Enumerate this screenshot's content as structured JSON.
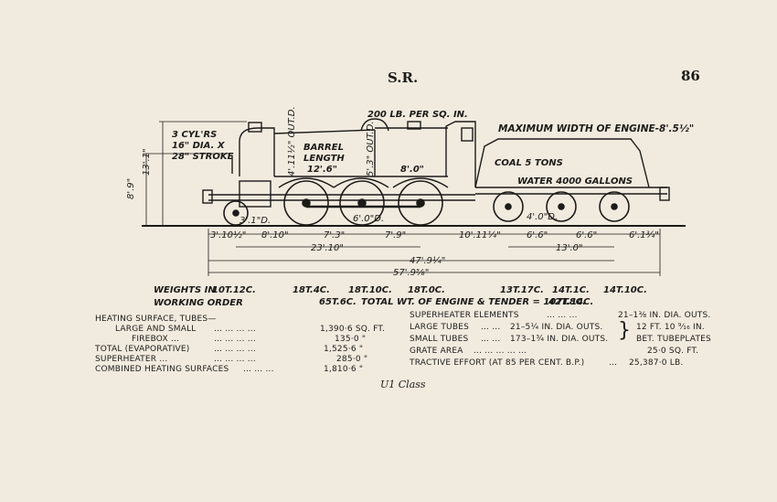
{
  "header": {
    "railway": "S.R.",
    "page_number": "86"
  },
  "diagram": {
    "boiler_pressure": "200 LB. PER SQ. IN.",
    "max_width": "MAXIMUM WIDTH OF ENGINE-8'.5½\"",
    "cylinders": [
      "3 CYL'RS",
      "16\" DIA. X",
      "28\" STROKE"
    ],
    "barrel_length": [
      "BARREL",
      "LENGTH",
      "12'.6\""
    ],
    "barrel_dia_front": "4'.11½\" OUT.D.",
    "barrel_dia_rear": "5'.3\" OUT.D.",
    "firebox_length": "8'.0\"",
    "coal": "COAL 5 TONS",
    "water": "WATER 4000 GALLONS",
    "height_total": "13'.1\"",
    "height_boiler": "8'.9\"",
    "wheel_bogie": "3'.1\"D.",
    "wheel_coupled": "6'.0\"D.",
    "wheel_tender": "4'.0\"D.",
    "dims_row1": [
      "3'.10½\"",
      "8'.10\"",
      "7'.3\"",
      "7'.9\"",
      "10'.11¼\"",
      "6'.6\"",
      "6'.6\"",
      "6'.1¾\""
    ],
    "dims_row2_loco": "23'.10\"",
    "dims_row2_tender": "13'.0\"",
    "dims_row3": "47'.9¼\"",
    "dims_row4": "57'.9⅝\""
  },
  "weights": {
    "label_line1": "WEIGHTS IN",
    "label_line2": "WORKING ORDER",
    "axles": [
      "10T.12C.",
      "18T.4C.",
      "18T.10C.",
      "18T.0C.",
      "13T.17C.",
      "14T.1C.",
      "14T.10C."
    ],
    "engine_total": "65T.6C.",
    "total_label": "TOTAL WT. OF ENGINE & TENDER = 107T.14C.",
    "tender_total": "42T.8C."
  },
  "specs_left": [
    {
      "label": "HEATING SURFACE, TUBES—",
      "dots": "",
      "value": ""
    },
    {
      "label": "LARGE AND SMALL",
      "dots": "...    ...    ...    ...",
      "value": "1,390·6 SQ. FT."
    },
    {
      "label": "FIREBOX ...",
      "dots": "...    ...    ...    ...",
      "value": "135·0   \""
    },
    {
      "label": "TOTAL (EVAPORATIVE)",
      "dots": "...    ...    ...    ...",
      "value": "1,525·6   \""
    },
    {
      "label": "SUPERHEATER ...",
      "dots": "...    ...    ...    ...",
      "value": "285·0   \""
    },
    {
      "label": "COMBINED HEATING SURFACES",
      "dots": "...    ...    ...",
      "value": "1,810·6   \""
    }
  ],
  "specs_right": [
    {
      "label": "SUPERHEATER ELEMENTS",
      "dots": "...    ...    ...",
      "value": "21–1⅜ IN. DIA. OUTS."
    },
    {
      "label": "LARGE TUBES",
      "dots": "...    ...",
      "value": "21–5¼ IN. DIA. OUTS."
    },
    {
      "label": "SMALL TUBES",
      "dots": "...    ...",
      "value": "173–1¾ IN. DIA. OUTS."
    },
    {
      "label": "GRATE AREA",
      "dots": "...    ...    ...    ...    ...",
      "value": "25·0 SQ. FT."
    },
    {
      "label": "TRACTIVE EFFORT (AT 85 PER CENT. B.P.)",
      "dots": "...",
      "value": "25,387·0 LB."
    }
  ],
  "tube_length": [
    "12 FT. 10 ⁹⁄₁₆ IN.",
    "BET. TUBEPLATES"
  ],
  "caption": "U1 Class"
}
